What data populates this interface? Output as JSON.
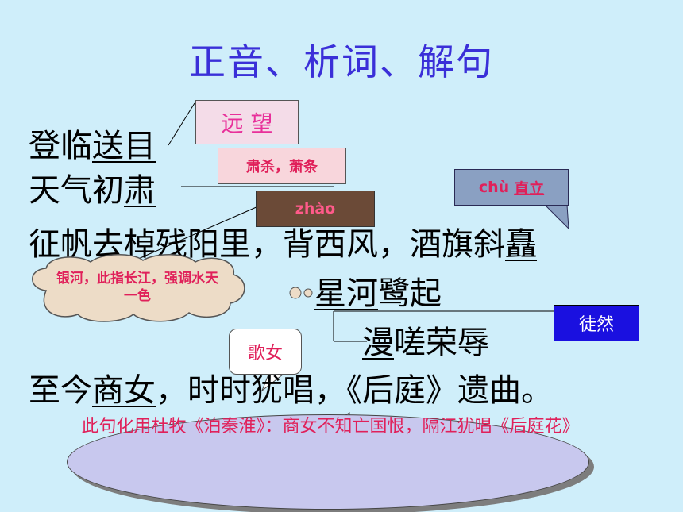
{
  "slide": {
    "title": "正音、析词、解句",
    "lines": {
      "l1_pre": "登临",
      "l1_u": "送目",
      "l2_pre": "天气初",
      "l2_u": "肃",
      "l3_a": "征帆去",
      "l3_b": "棹",
      "l3_c": "残阳里，背西风，酒旗斜",
      "l3_d": "矗",
      "l4_u": "星河",
      "l4_post": "鹭起",
      "l5_u": "漫",
      "l5_post": "嗟荣辱",
      "l6_a": "至今",
      "l6_u": "商女",
      "l6_b": "，时时犹唱，《后庭》遗曲。"
    },
    "notes": {
      "songmu": "远 望",
      "su": "肃杀，萧条",
      "zhao": "zhào",
      "chu_pinyin": "chù",
      "chu_meaning": "直立",
      "xinghe": "银河，此指长江，强调水天一色",
      "man": "徒然",
      "shangnv": "歌女",
      "allusion": "此句化用杜牧《泊秦淮》：商女不知亡国恨，隔江犹唱《后庭花》"
    },
    "colors": {
      "title": "#3a2fd8",
      "note_red": "#e0205a",
      "man_box": "#1a10e0",
      "man_text": "#ffffff"
    }
  }
}
